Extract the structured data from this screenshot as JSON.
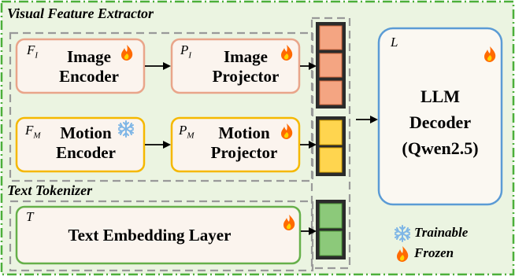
{
  "sections": {
    "visual": "Visual Feature Extractor",
    "text": "Text Tokenizer"
  },
  "blocks": {
    "image_encoder": {
      "symbol": "F",
      "sub": "I",
      "line1": "Image",
      "line2": "Encoder",
      "status": "fire"
    },
    "image_projector": {
      "symbol": "P",
      "sub": "I",
      "line1": "Image",
      "line2": "Projector",
      "status": "fire"
    },
    "motion_encoder": {
      "symbol": "F",
      "sub": "M",
      "line1": "Motion",
      "line2": "Encoder",
      "status": "snowflake"
    },
    "motion_projector": {
      "symbol": "P",
      "sub": "M",
      "line1": "Motion",
      "line2": "Projector",
      "status": "fire"
    },
    "text_embedding": {
      "symbol": "T",
      "line1": "Text Embedding Layer",
      "status": "fire"
    },
    "llm": {
      "symbol": "L",
      "line1": "LLM",
      "line2": "Decoder",
      "line3": "(Qwen2.5)",
      "status": "fire"
    }
  },
  "legend": {
    "trainable": "Trainable",
    "frozen": "Frozen"
  },
  "colors": {
    "image": "#e9967a",
    "image_token": "#f4a582",
    "motion": "#f5b800",
    "motion_token": "#ffd54f",
    "text": "#66b04a",
    "text_token": "#8cc97a",
    "llm": "#5b9bd5",
    "background": "#ebf4e1",
    "outer_border": "#4caf3a"
  }
}
